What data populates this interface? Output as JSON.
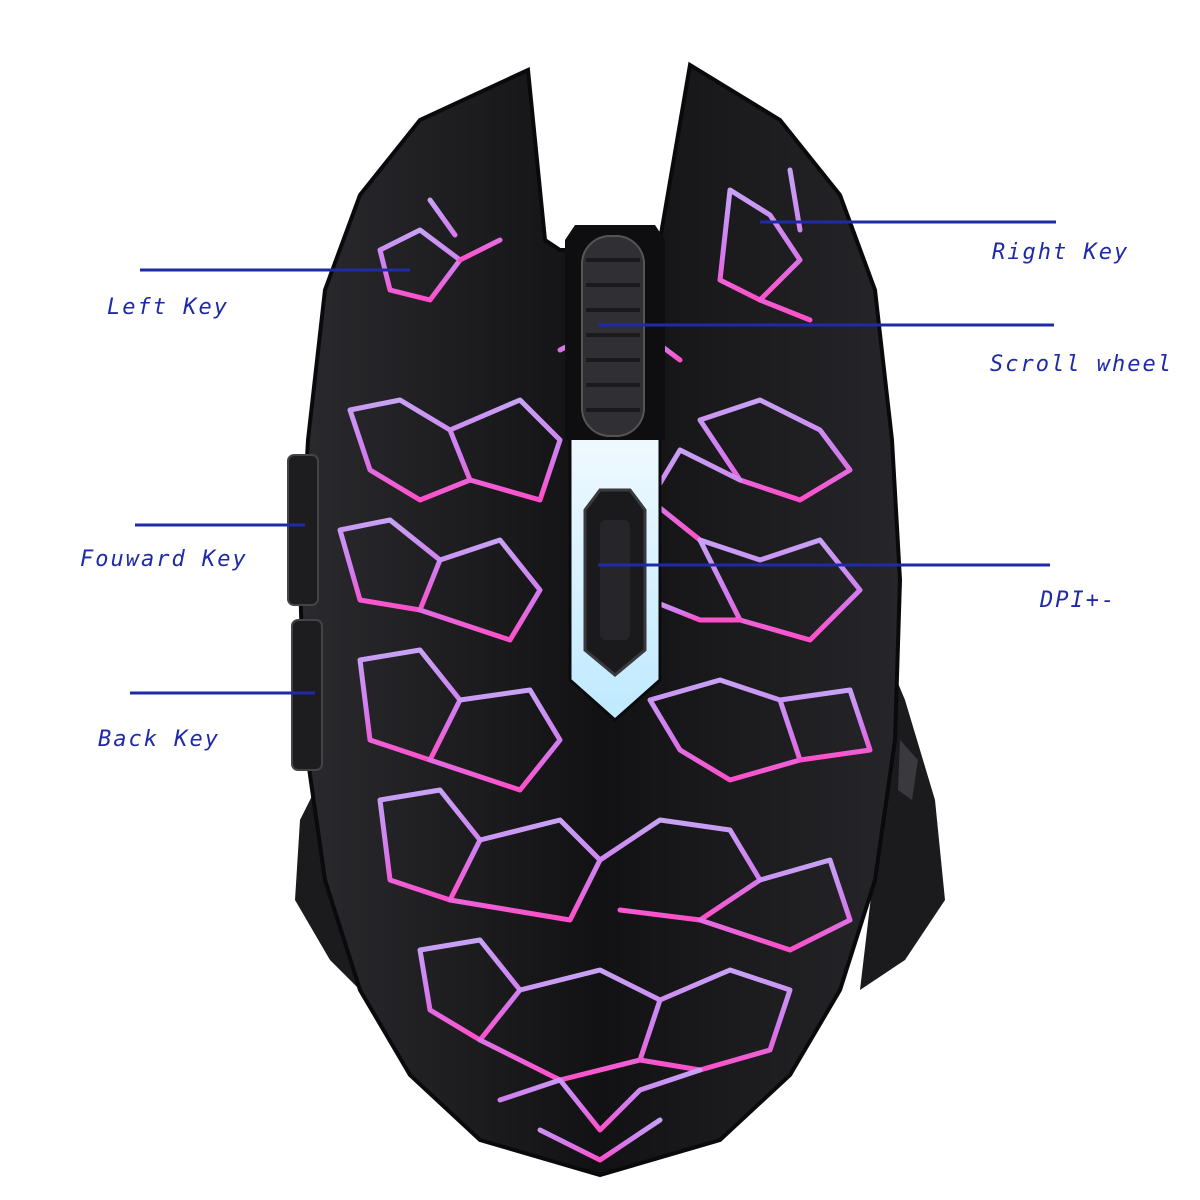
{
  "callouts": {
    "left_key": "Left Key",
    "right_key": "Right Key",
    "scroll_wheel": "Scroll wheel",
    "forward_key": "Fouward Key",
    "dpi": "DPI+-",
    "back_key": "Back Key"
  },
  "colors": {
    "callout_line": "#1f2aa8",
    "callout_text": "#1f2aa8",
    "mouse_body": "#141416",
    "crack_glow_top": "#c7a2f5",
    "crack_glow_bottom": "#ff4fc8",
    "light_strip": "#dff4ff"
  }
}
